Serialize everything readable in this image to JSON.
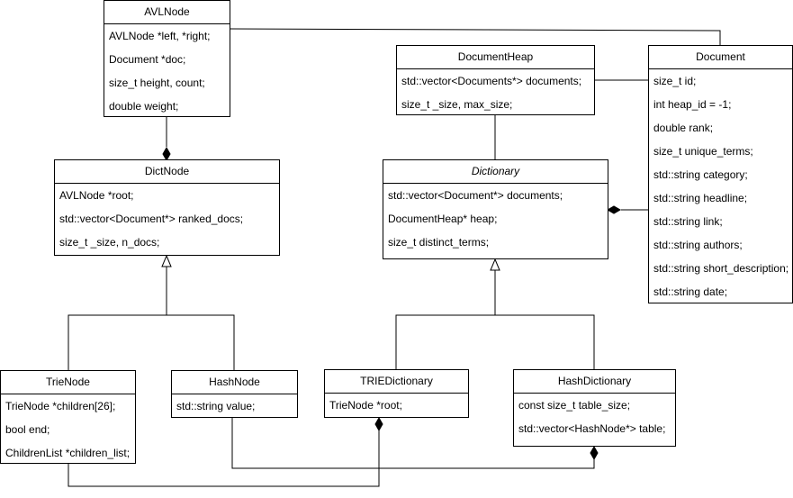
{
  "diagram": {
    "classes": [
      {
        "id": "avlnode",
        "name": "AVLNode",
        "italic": false,
        "attributes": [
          "AVLNode *left, *right;",
          "Document *doc;",
          "size_t height, count;",
          "double weight;"
        ]
      },
      {
        "id": "dictnode",
        "name": "DictNode",
        "italic": false,
        "attributes": [
          "AVLNode *root;",
          "std::vector<Document*> ranked_docs;",
          "size_t _size, n_docs;"
        ]
      },
      {
        "id": "documentheap",
        "name": "DocumentHeap",
        "italic": false,
        "attributes": [
          "std::vector<Documents*> documents;",
          "size_t _size, max_size;"
        ]
      },
      {
        "id": "document",
        "name": "Document",
        "italic": false,
        "attributes": [
          "size_t id;",
          "int heap_id = -1;",
          "double rank;",
          "size_t unique_terms;",
          "std::string category;",
          "std::string headline;",
          "std::string link;",
          "std::string authors;",
          "std::string short_description;",
          "std::string date;"
        ]
      },
      {
        "id": "dictionary",
        "name": "Dictionary",
        "italic": true,
        "attributes": [
          "std::vector<Document*> documents;",
          "DocumentHeap* heap;",
          "size_t distinct_terms;"
        ]
      },
      {
        "id": "trienode",
        "name": "TrieNode",
        "italic": false,
        "attributes": [
          "TrieNode *children[26];",
          "bool end;",
          "ChildrenList *children_list;"
        ]
      },
      {
        "id": "hashnode",
        "name": "HashNode",
        "italic": false,
        "attributes": [
          "std::string value;"
        ]
      },
      {
        "id": "triedictionary",
        "name": "TRIEDictionary",
        "italic": false,
        "attributes": [
          "TrieNode *root;"
        ]
      },
      {
        "id": "hashdictionary",
        "name": "HashDictionary",
        "italic": false,
        "attributes": [
          "const size_t table_size;",
          "std::vector<HashNode*> table;"
        ]
      }
    ],
    "relations": [
      {
        "type": "composition",
        "whole": "dictnode",
        "part": "avlnode"
      },
      {
        "type": "composition",
        "whole": "dictionary",
        "part": "document"
      },
      {
        "type": "association",
        "from": "avlnode",
        "to": "document"
      },
      {
        "type": "association",
        "from": "documentheap",
        "to": "document"
      },
      {
        "type": "association",
        "from": "documentheap",
        "to": "dictionary"
      },
      {
        "type": "inheritance",
        "child": "trienode",
        "parent": "dictnode"
      },
      {
        "type": "inheritance",
        "child": "hashnode",
        "parent": "dictnode"
      },
      {
        "type": "inheritance",
        "child": "triedictionary",
        "parent": "dictionary"
      },
      {
        "type": "inheritance",
        "child": "hashdictionary",
        "parent": "dictionary"
      },
      {
        "type": "composition",
        "whole": "triedictionary",
        "part": "trienode"
      },
      {
        "type": "composition",
        "whole": "hashdictionary",
        "part": "hashnode"
      }
    ]
  }
}
